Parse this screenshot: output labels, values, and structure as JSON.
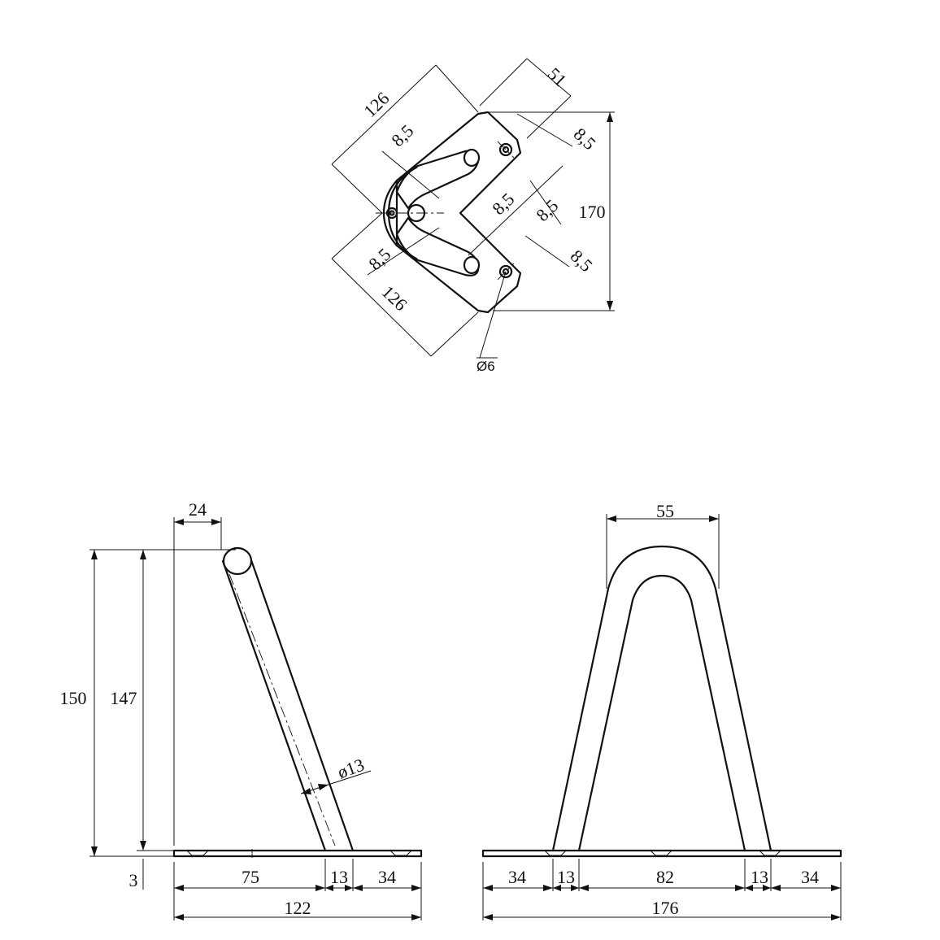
{
  "top_view": {
    "dims": {
      "d126_top": "126",
      "d51": "51",
      "d85_a": "8,5",
      "d85_b": "8,5",
      "d85_c": "8,5",
      "d85_d": "8,5",
      "d85_e": "8,5",
      "d85_f": "8,5",
      "d170": "170",
      "d126_bottom": "126",
      "hole": "Ø6"
    }
  },
  "side_view": {
    "dims": {
      "d24": "24",
      "d150": "150",
      "d147": "147",
      "d3": "3",
      "d13_rod": "ø13",
      "d75": "75",
      "d13": "13",
      "d34": "34",
      "d122": "122"
    }
  },
  "front_view": {
    "dims": {
      "d55": "55",
      "d34_left": "34",
      "d13_left": "13",
      "d82": "82",
      "d13_right": "13",
      "d34_right": "34",
      "d176": "176"
    }
  }
}
